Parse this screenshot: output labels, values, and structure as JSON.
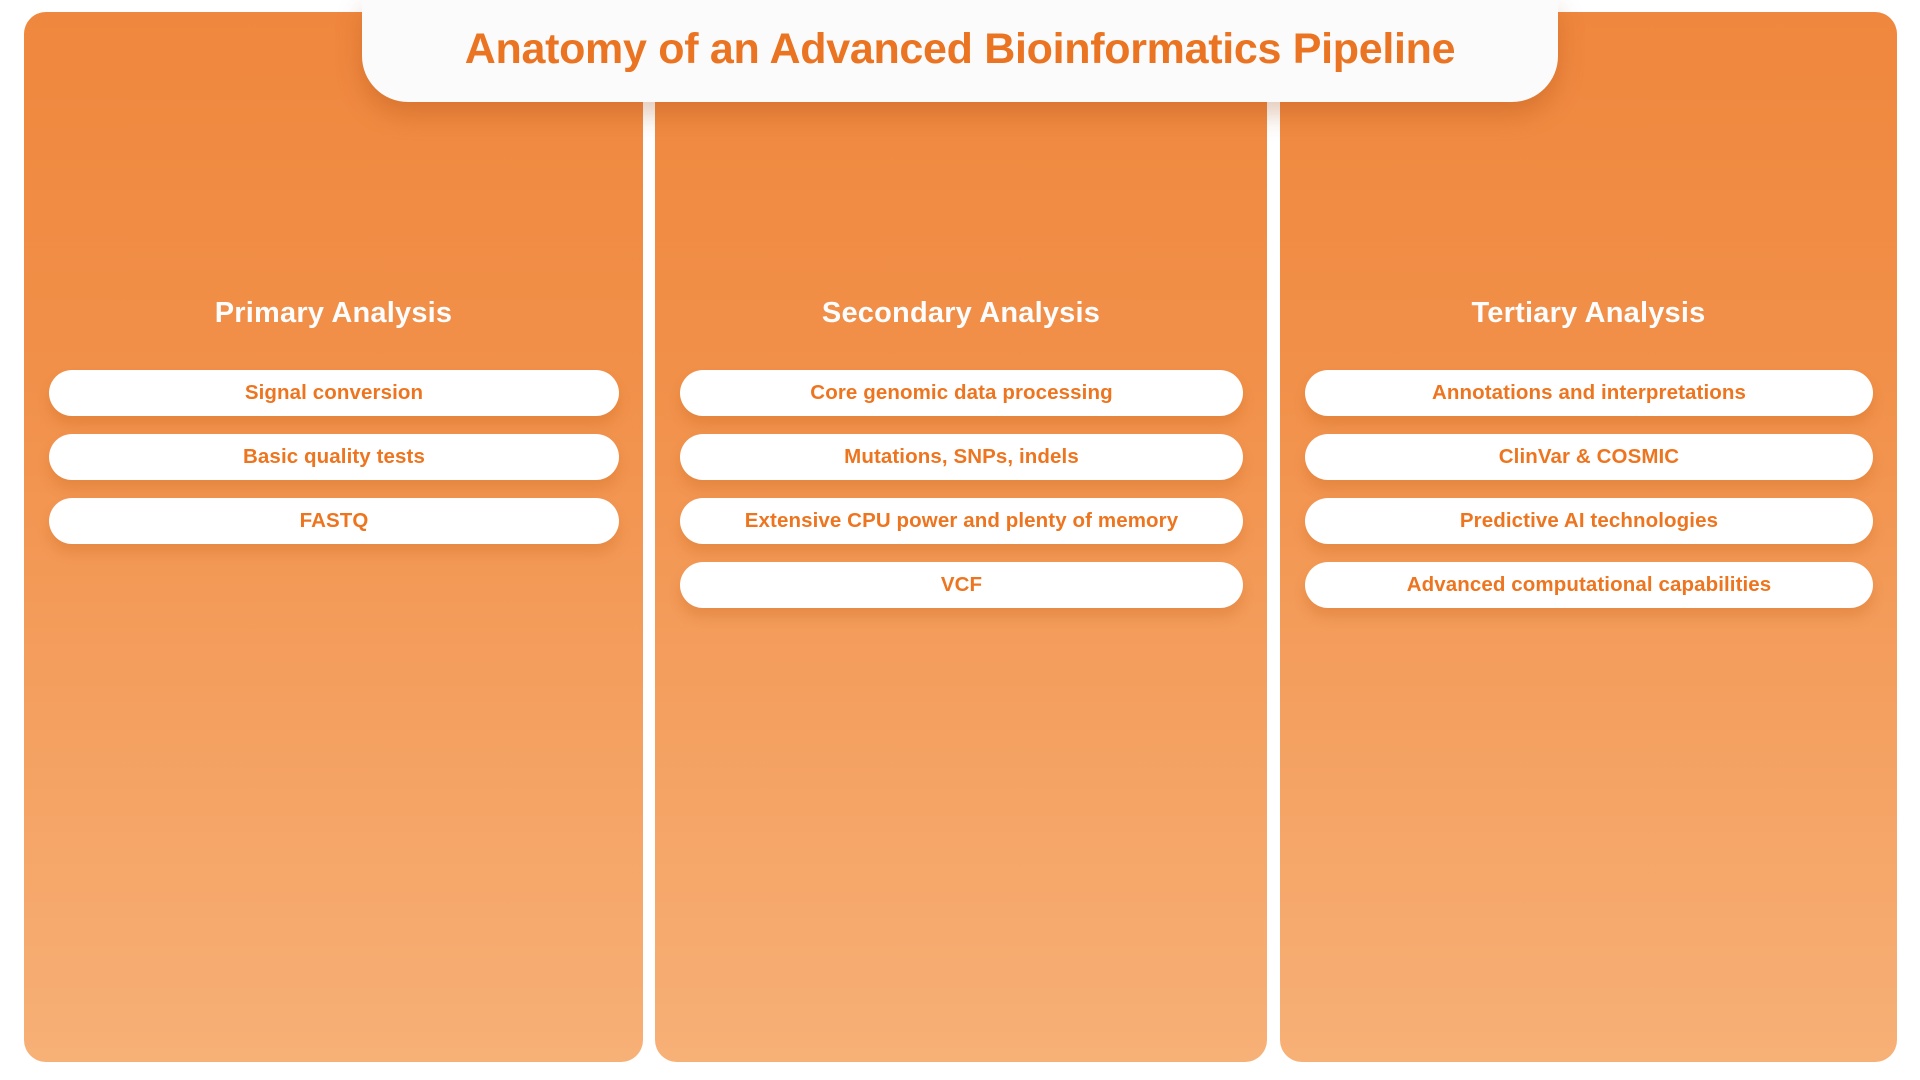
{
  "header": {
    "title": "Anatomy of an Advanced Bioinformatics Pipeline"
  },
  "columns": [
    {
      "heading": "Primary Analysis",
      "items": [
        "Signal conversion",
        "Basic quality tests",
        "FASTQ"
      ]
    },
    {
      "heading": "Secondary Analysis",
      "items": [
        "Core genomic data processing",
        "Mutations, SNPs, indels",
        "Extensive CPU power and plenty of memory",
        "VCF"
      ]
    },
    {
      "heading": "Tertiary Analysis",
      "items": [
        "Annotations and interpretations",
        "ClinVar & COSMIC",
        "Predictive AI technologies",
        "Advanced computational capabilities"
      ]
    }
  ],
  "colors": {
    "accent_orange_text": "#ea7421",
    "pill_text_orange": "#ee7520",
    "card_gradient_top": "#f0873e",
    "card_gradient_bottom": "#f7b076",
    "heading_text": "#fdfdfe",
    "title_bar_background": "#fbfbfc",
    "page_background": "#ffffff"
  }
}
